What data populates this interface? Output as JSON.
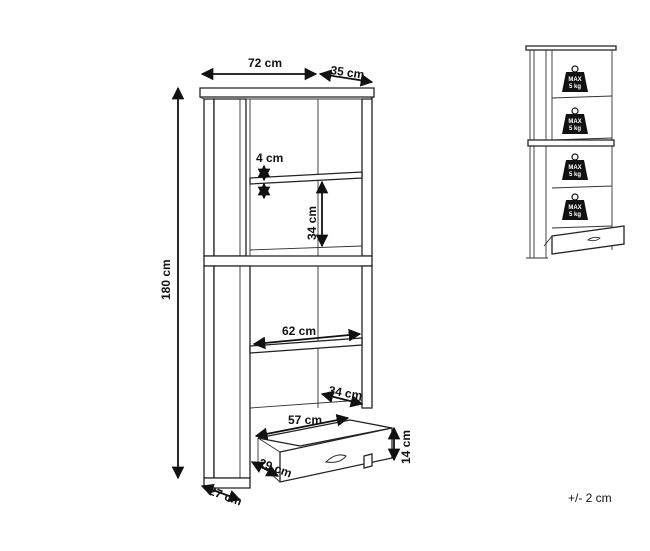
{
  "dimensions": {
    "width": "72 cm",
    "depth_top": "35 cm",
    "height": "180 cm",
    "upper_shelf_gap": "4 cm",
    "upper_compartment_height": "34 cm",
    "shelf_width": "62 cm",
    "drawer_depth": "34 cm",
    "drawer_width": "57 cm",
    "drawer_height": "14 cm",
    "drawer_side_depth": "29 cm",
    "base_depth": "27 cm"
  },
  "load_labels": [
    {
      "line1": "MAX",
      "line2": "5 kg"
    },
    {
      "line1": "MAX",
      "line2": "5 kg"
    },
    {
      "line1": "MAX",
      "line2": "5 kg"
    },
    {
      "line1": "MAX",
      "line2": "5 kg"
    }
  ],
  "tolerance": "+/- 2 cm"
}
